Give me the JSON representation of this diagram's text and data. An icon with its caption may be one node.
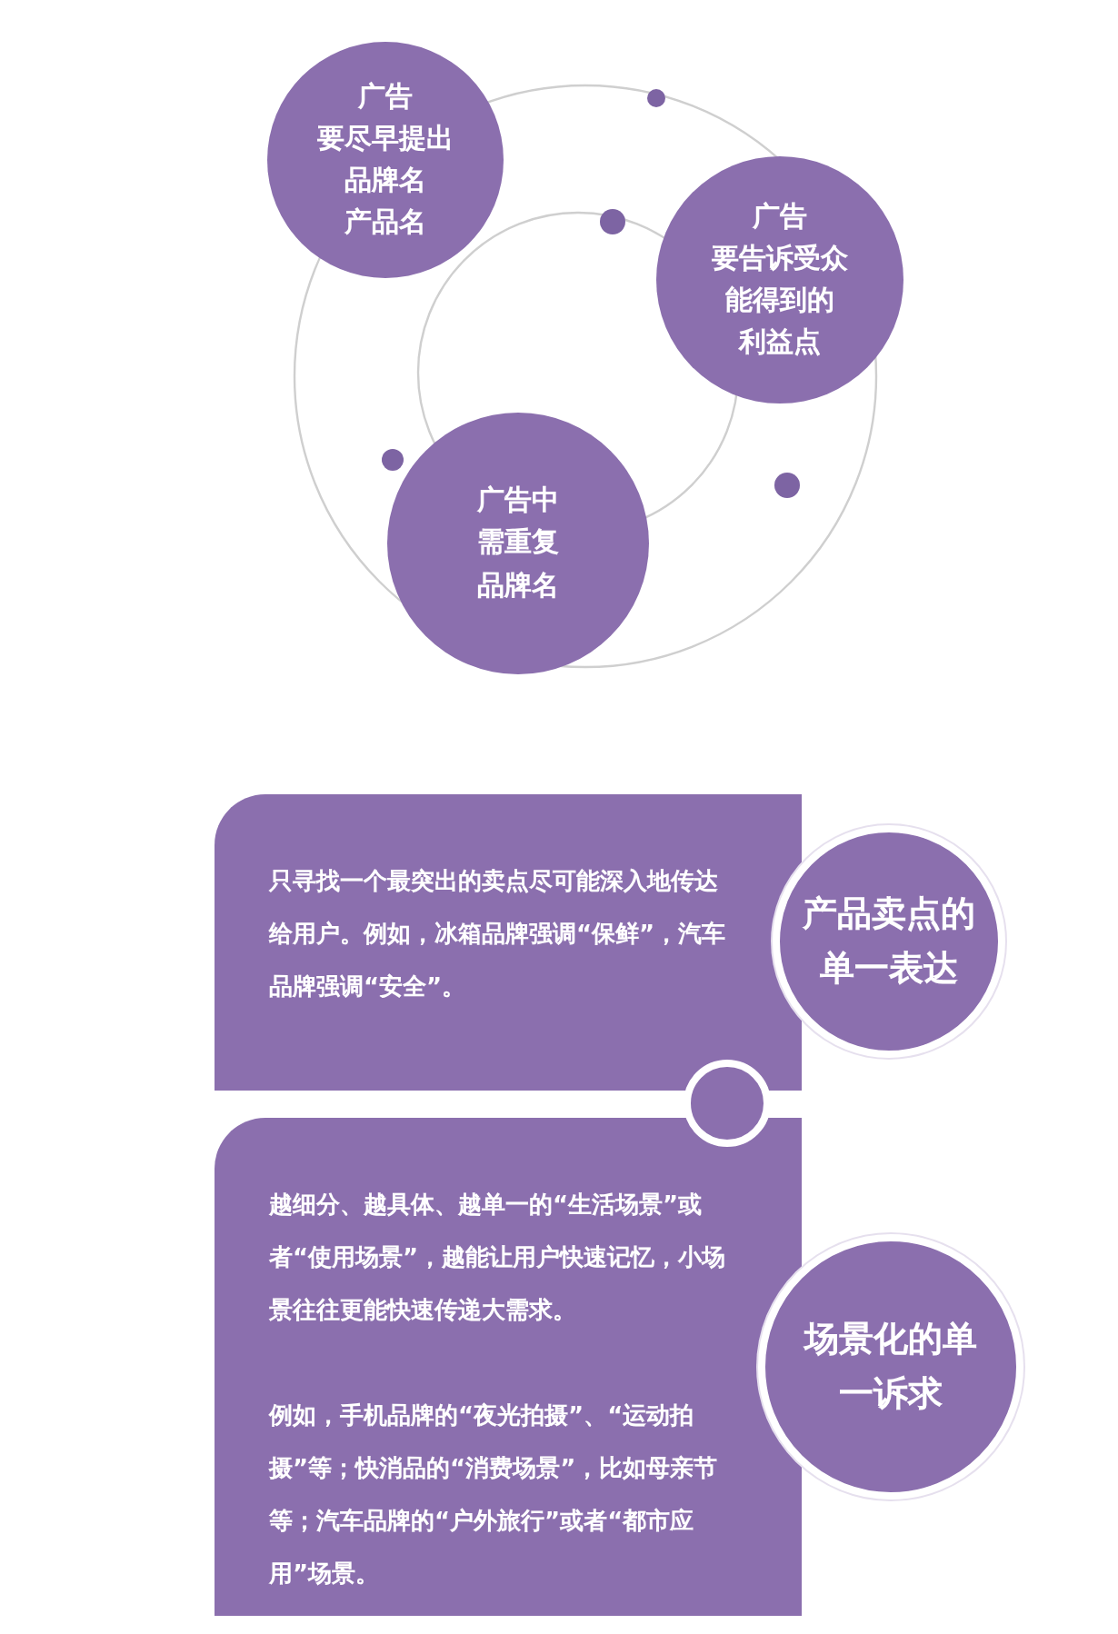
{
  "diagram": {
    "nodes": [
      {
        "text": [
          "广告",
          "要尽早提出",
          "品牌名",
          "产品名"
        ]
      },
      {
        "text": [
          "广告",
          "要告诉受众",
          "能得到的",
          "利益点"
        ]
      },
      {
        "text": [
          "广告中",
          "需重复",
          "品牌名"
        ]
      },
      {
        "text": [
          "只寻找一个最突出的卖点尽可能深入地传达给用户。例如，冰箱品牌强调“保鲜”，汽车品牌强调“安全”。"
        ]
      },
      {
        "text": [
          "产品卖点的单一表达"
        ]
      },
      {
        "text": [
          "越细分、越具体、越单一的“生活场景”或者“使用场景”，越能让用户快速记忆，小场景往往更能快速传递大需求。",
          "例如，手机品牌的“夜光拍摄”、“运动拍摄”等；快消品的“消费场景”，比如母亲节等；汽车品牌的“户外旅行”或者“都市应用”场景。"
        ]
      },
      {
        "text": [
          "场景化的单一诉求"
        ]
      }
    ],
    "edges": []
  }
}
